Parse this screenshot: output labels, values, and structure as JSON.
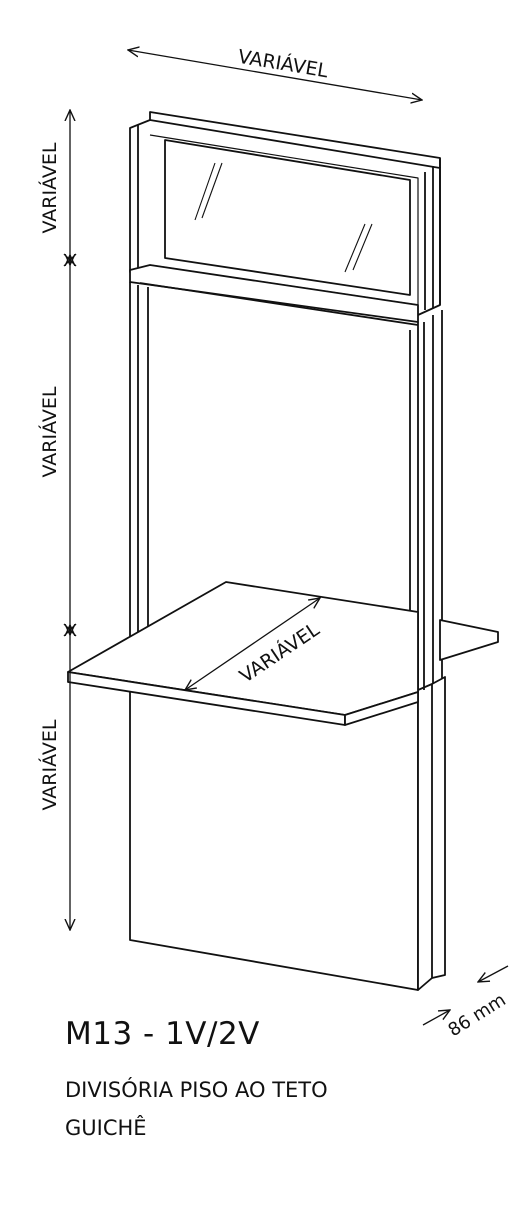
{
  "labels": {
    "top_width": "VARIÁVEL",
    "height_top": "VARIÁVEL",
    "height_middle": "VARIÁVEL",
    "height_bottom": "VARIÁVEL",
    "counter_depth": "VARIÁVEL",
    "thickness": "86 mm"
  },
  "caption": {
    "model_code": "M13 - 1V/2V",
    "description_line1": "DIVISÓRIA PISO AO TETO",
    "description_line2": "GUICHÊ"
  },
  "colors": {
    "line": "#111111",
    "background": "#ffffff"
  }
}
